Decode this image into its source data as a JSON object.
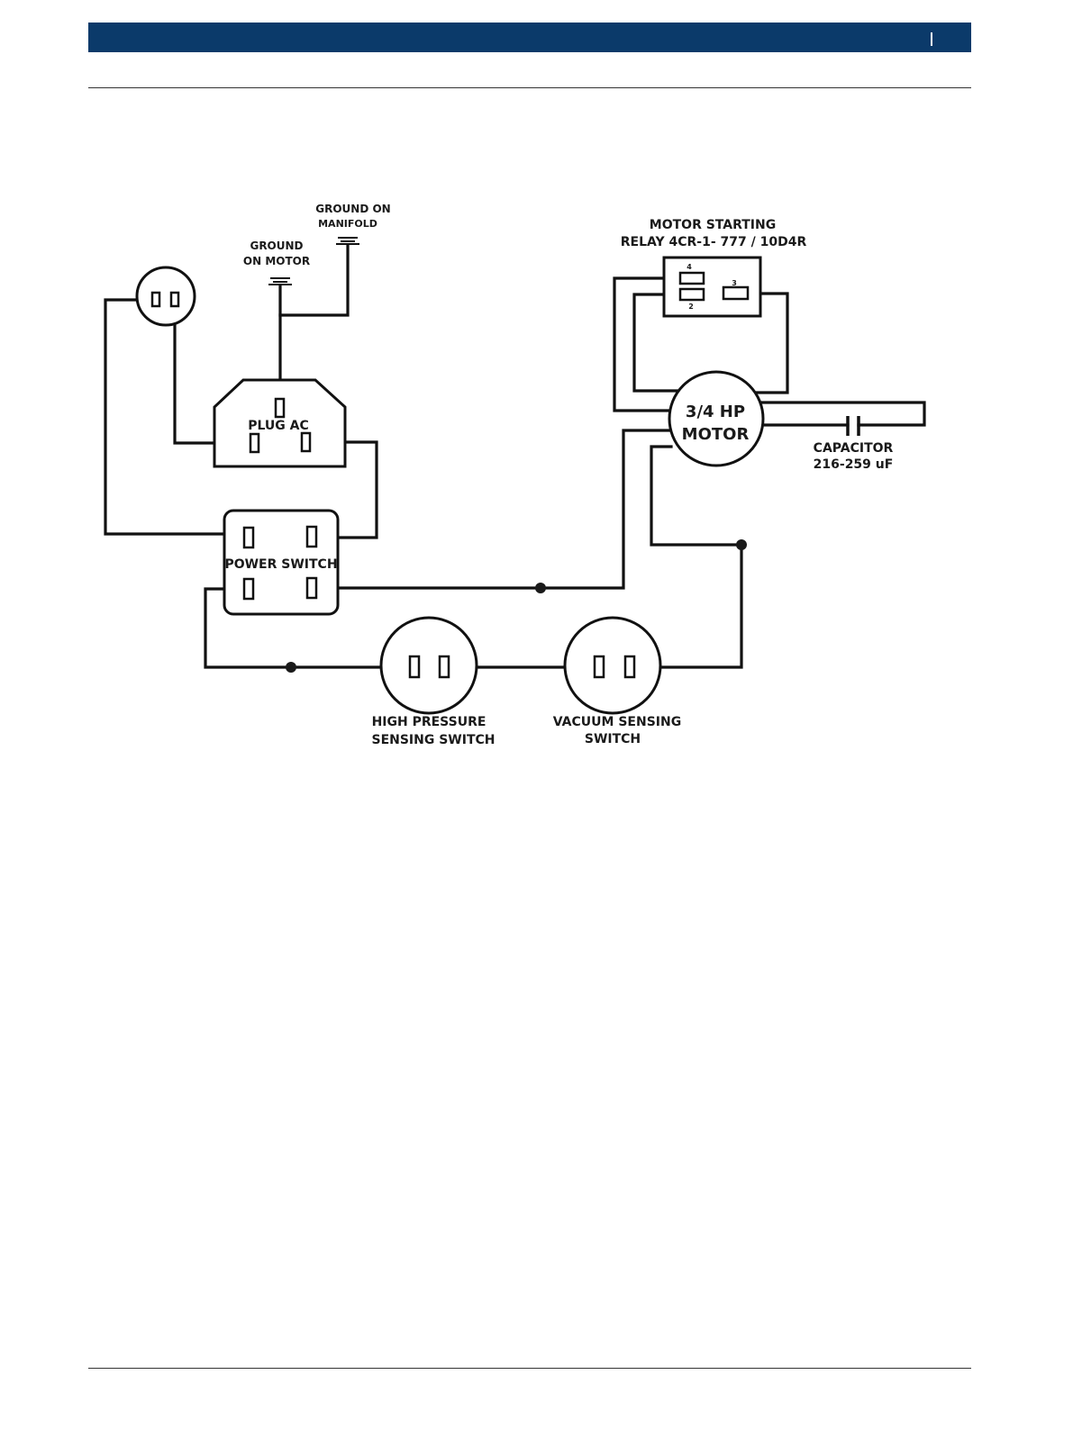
{
  "header": {
    "brand_color": "#0b3a6a"
  },
  "diagram": {
    "ground_manifold": [
      "GROUND ON",
      "MANIFOLD"
    ],
    "ground_motor": [
      "GROUND",
      "ON MOTOR"
    ],
    "relay_title": [
      "MOTOR STARTING",
      "RELAY  4CR-1- 777 / 10D4R"
    ],
    "relay_pins": {
      "p4": "4",
      "p2": "2",
      "p3": "3"
    },
    "plug_ac": "PLUG AC",
    "power_switch": "POWER SWITCH",
    "motor": [
      "3/4 HP",
      "MOTOR"
    ],
    "capacitor": [
      "CAPACITOR",
      "216-259 uF"
    ],
    "high_pressure_switch": [
      "HIGH PRESSURE",
      "SENSING SWITCH"
    ],
    "vacuum_switch": [
      "VACUUM SENSING",
      "SWITCH"
    ]
  }
}
